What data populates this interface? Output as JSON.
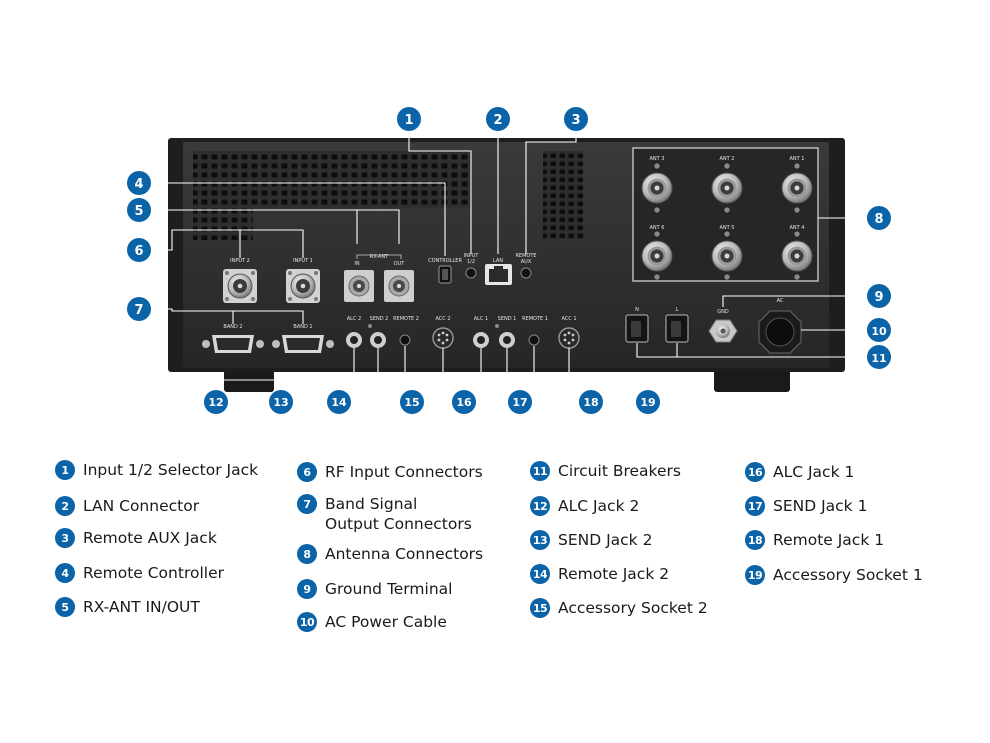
{
  "panel_labels": {
    "ant": [
      "ANT 3",
      "ANT 2",
      "ANT 1",
      "ANT 6",
      "ANT 5",
      "ANT 4"
    ],
    "input2": "INPUT 2",
    "input1": "INPUT 1",
    "rx_ant": "RX-ANT",
    "rx_in": "IN",
    "rx_out": "OUT",
    "controller": "CONTROLLER",
    "input12_a": "INPUT",
    "input12_b": "1/2",
    "lan": "LAN",
    "remote_aux_a": "REMOTE",
    "remote_aux_b": "AUX",
    "band2": "BAND 2",
    "band1": "BAND 1",
    "alc2": "ALC 2",
    "send2": "SEND 2",
    "remote2": "REMOTE 2",
    "acc2": "ACC 2",
    "alc1": "ALC 1",
    "send1": "SEND 1",
    "remote1": "REMOTE 1",
    "acc1": "ACC 1",
    "breaker_n": "N",
    "breaker_l": "L",
    "gnd": "GND",
    "ac": "AC"
  },
  "callouts": [
    "1",
    "2",
    "3",
    "4",
    "5",
    "6",
    "7",
    "8",
    "9",
    "10",
    "11",
    "12",
    "13",
    "14",
    "15",
    "16",
    "17",
    "18",
    "19"
  ],
  "legend": [
    {
      "num": "1",
      "text": "Input 1/2 Selector Jack"
    },
    {
      "num": "2",
      "text": "LAN Connector"
    },
    {
      "num": "3",
      "text": "Remote AUX Jack"
    },
    {
      "num": "4",
      "text": "Remote Controller"
    },
    {
      "num": "5",
      "text": "RX-ANT IN/OUT"
    },
    {
      "num": "6",
      "text": "RF Input Connectors"
    },
    {
      "num": "7",
      "text": "Band Signal\nOutput Connectors"
    },
    {
      "num": "8",
      "text": "Antenna Connectors"
    },
    {
      "num": "9",
      "text": "Ground Terminal"
    },
    {
      "num": "10",
      "text": "AC Power Cable"
    },
    {
      "num": "11",
      "text": "Circuit Breakers"
    },
    {
      "num": "12",
      "text": "ALC Jack 2"
    },
    {
      "num": "13",
      "text": "SEND Jack 2"
    },
    {
      "num": "14",
      "text": "Remote Jack 2"
    },
    {
      "num": "15",
      "text": "Accessory Socket 2"
    },
    {
      "num": "16",
      "text": "ALC Jack 1"
    },
    {
      "num": "17",
      "text": "SEND Jack 1"
    },
    {
      "num": "18",
      "text": "Remote Jack 1"
    },
    {
      "num": "19",
      "text": "Accessory Socket 1"
    }
  ],
  "colors": {
    "accent": "#0b63a8",
    "chassis": "#2b2b2b",
    "line": "#ffffff"
  }
}
